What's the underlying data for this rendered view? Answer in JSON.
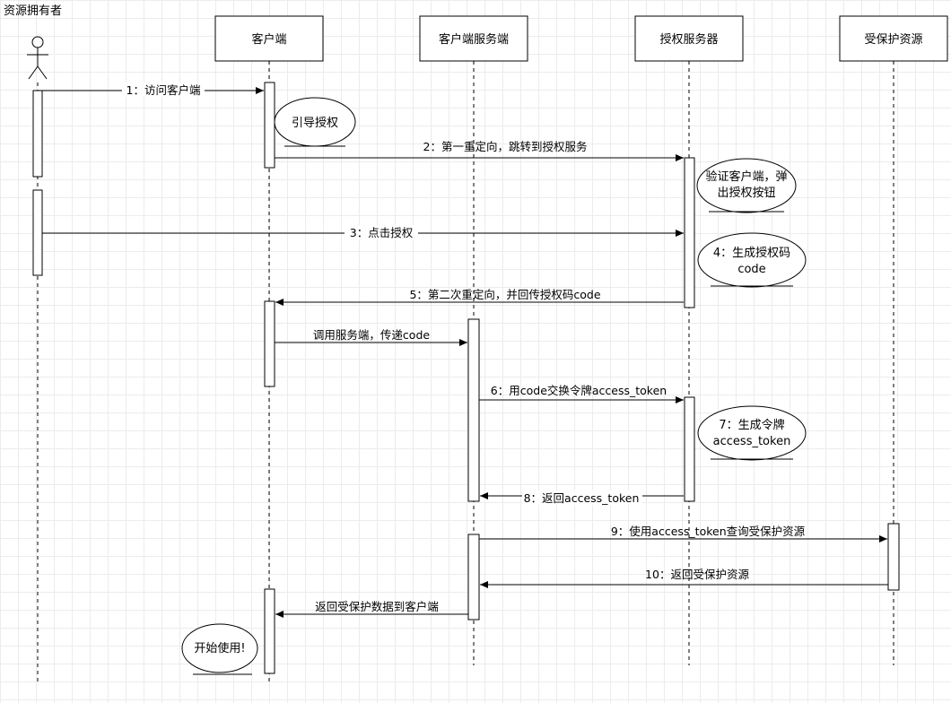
{
  "actor": {
    "label": "资源拥有者"
  },
  "participants": {
    "client": "客户端",
    "client_server": "客户端服务端",
    "auth_server": "授权服务器",
    "protected": "受保护资源"
  },
  "messages": {
    "m1": "1：访问客户端",
    "m2": "2：第一重定向，跳转到授权服务",
    "m3": "3：点击授权",
    "m5": "5：第二次重定向，并回传授权码code",
    "m_call": "调用服务端，传递code",
    "m6": "6：用code交换令牌access_token",
    "m8": "8：返回access_token",
    "m9": "9：使用access_token查询受保护资源",
    "m10": "10：返回受保护资源",
    "m_return": "返回受保护数据到客户端"
  },
  "notes": {
    "guide_auth": "引导授权",
    "verify_line1": "验证客户端，弹",
    "verify_line2": "出授权按钮",
    "gen_code_line1": "4：生成授权码",
    "gen_code_line2": "code",
    "gen_token_line1": "7：生成令牌",
    "gen_token_line2": "access_token",
    "start_use": "开始使用!"
  }
}
